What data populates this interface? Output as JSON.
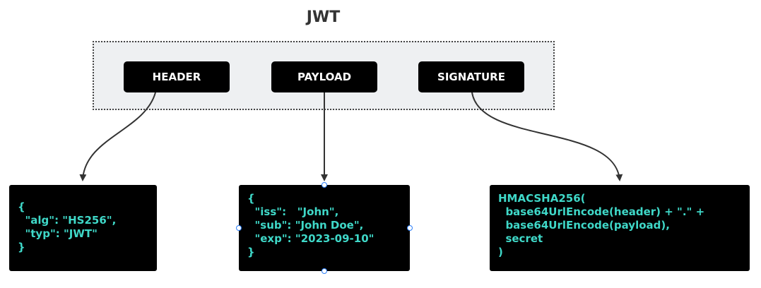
{
  "diagram": {
    "title": "JWT",
    "parts": [
      {
        "label": "HEADER"
      },
      {
        "label": "PAYLOAD"
      },
      {
        "label": "SIGNATURE"
      }
    ],
    "header_code": [
      "{",
      "  \"alg\": \"HS256\",",
      "  \"typ\": \"JWT\"",
      "}"
    ],
    "payload_code": [
      "{",
      "  \"iss\":   \"John\",",
      "  \"sub\": \"John Doe\",",
      "  \"exp\": \"2023-09-10\"",
      "}"
    ],
    "signature_code": [
      "HMACSHA256(",
      "  base64UrlEncode(header) + \".\" +",
      "  base64UrlEncode(payload),",
      "  secret",
      ")"
    ],
    "colors": {
      "box": "#000000",
      "part_text": "#ffffff",
      "code_text": "#3fd8c8",
      "container_fill": "#eef0f2",
      "container_border": "#444444",
      "arrow": "#333333",
      "selection_handle": "#2d7ff9"
    }
  }
}
